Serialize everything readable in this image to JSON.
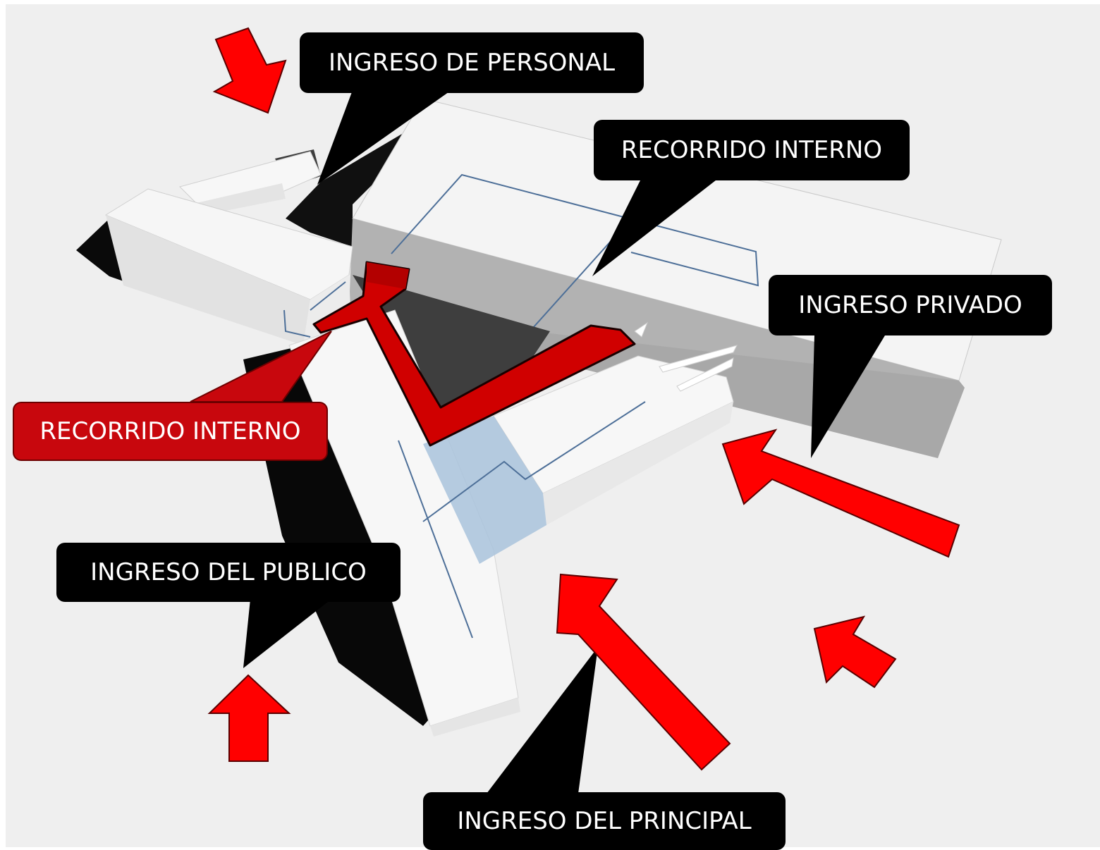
{
  "title": "",
  "callouts": {
    "ingreso_personal": "INGRESO DE PERSONAL",
    "recorrido_interno_top": "RECORRIDO INTERNO",
    "ingreso_privado": "INGRESO PRIVADO",
    "recorrido_interno_red": "RECORRIDO INTERNO",
    "ingreso_publico": "INGRESO DEL PUBLICO",
    "ingreso_principal": "INGRESO DEL PRINCIPAL"
  },
  "colors": {
    "background": "#efefef",
    "frame": "#ffffff",
    "arrow_red": "#ff0000",
    "path_red": "#d00000",
    "callout_black": "#000000",
    "callout_red": "#c8070d",
    "volume_white": "#fafafa",
    "volume_grey": "#b3b3b3",
    "glass_blue": "#a9c3dc"
  },
  "icons": [
    "arrow-down-icon",
    "arrow-up-icon",
    "arrow-diagonal-icon"
  ]
}
